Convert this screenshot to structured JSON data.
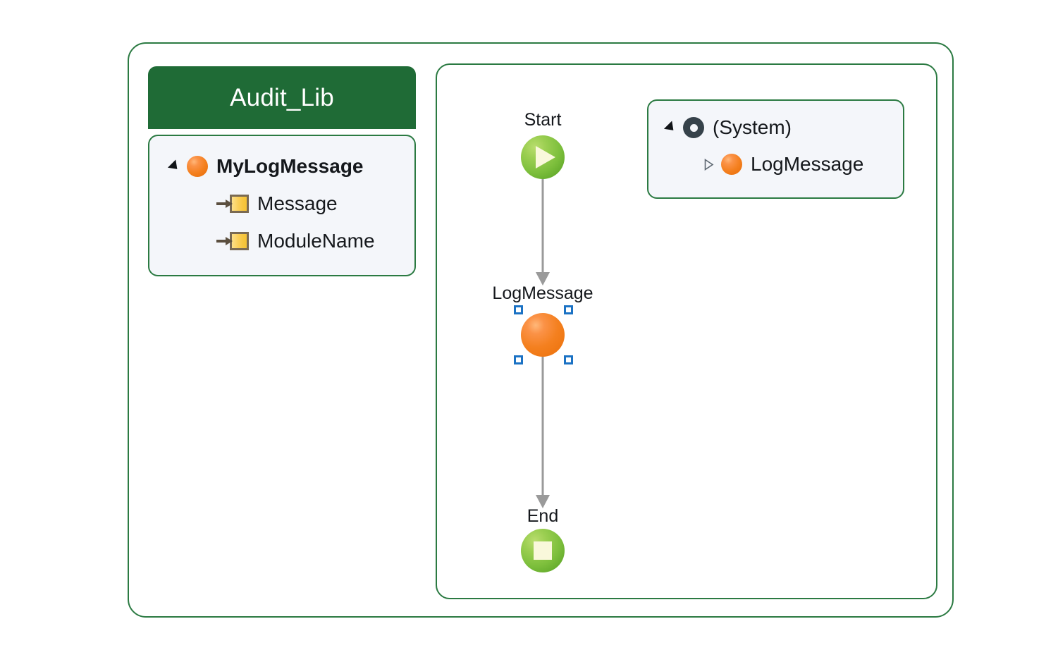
{
  "library": {
    "title": "Audit_Lib",
    "tree": [
      {
        "label": "MyLogMessage",
        "icon": "orange-sphere-icon",
        "expander": "expanded-triangle-icon",
        "level": 0
      },
      {
        "label": "Message",
        "icon": "input-parameter-icon",
        "expander": "none",
        "level": 1
      },
      {
        "label": "ModuleName",
        "icon": "input-parameter-icon",
        "expander": "none",
        "level": 1
      }
    ]
  },
  "system_panel": {
    "tree": [
      {
        "label": "(System)",
        "icon": "system-donut-icon",
        "expander": "expanded-triangle-icon",
        "level": 0
      },
      {
        "label": "LogMessage",
        "icon": "orange-sphere-icon",
        "expander": "collapsed-triangle-icon",
        "level": 1
      }
    ]
  },
  "flow": {
    "nodes": [
      {
        "label": "Start",
        "icon": "play-icon",
        "selected": false
      },
      {
        "label": "LogMessage",
        "icon": "orange-sphere-icon",
        "selected": true
      },
      {
        "label": "End",
        "icon": "stop-icon",
        "selected": false
      }
    ]
  },
  "colors": {
    "frame_green": "#2b7a42",
    "header_green": "#1f6b36",
    "panel_background": "#f4f6fa",
    "node_green": "#7dbf3c",
    "node_orange": "#f4801f",
    "system_icon": "#36424a",
    "connector_gray": "#9a9a9a",
    "selection_blue": "#1b72c4",
    "parameter_yellow": "#f7c63f",
    "text_dark": "#15181c",
    "header_text": "#ffffff"
  }
}
